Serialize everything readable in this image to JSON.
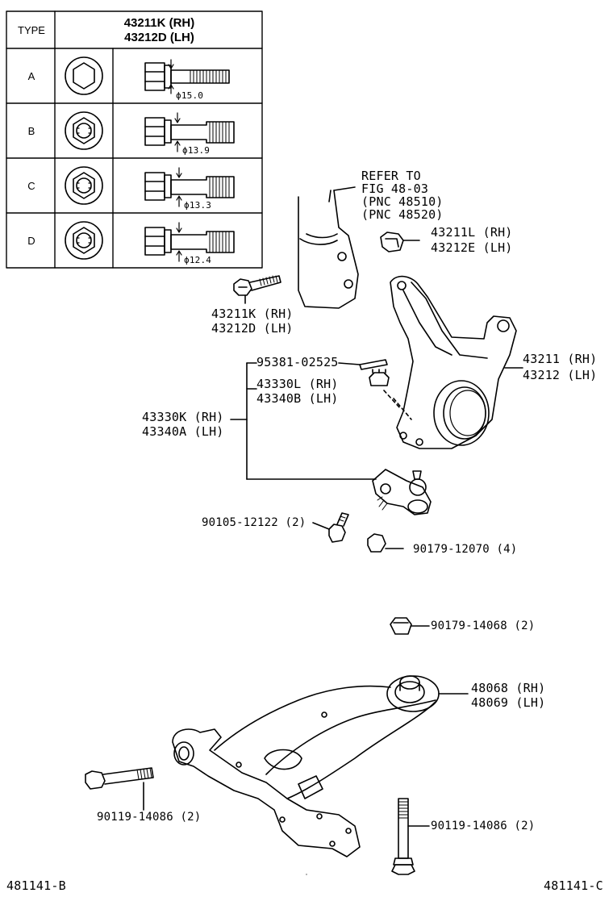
{
  "table": {
    "type_header": "TYPE",
    "part_header_1": "43211K (RH)",
    "part_header_2": "43212D (LH)",
    "rows": [
      {
        "type": "A",
        "dia": "ϕ15.0"
      },
      {
        "type": "B",
        "dia": "ϕ13.9"
      },
      {
        "type": "C",
        "dia": "ϕ13.3"
      },
      {
        "type": "D",
        "dia": "ϕ12.4"
      }
    ]
  },
  "refer": [
    "REFER TO",
    "FIG 48-03",
    "(PNC 48510)",
    "(PNC 48520)"
  ],
  "labels": {
    "nut_rh": "43211L (RH)",
    "nut_lh": "43212E (LH)",
    "bolt_rh": "43211K (RH)",
    "bolt_lh": "43212D (LH)",
    "cotter_pin": "95381-02525",
    "bj_nut_rh": "43330L (RH)",
    "bj_nut_lh": "43340B (LH)",
    "balljoint_rh": "43330K (RH)",
    "balljoint_lh": "43340A (LH)",
    "knuckle_rh": "43211 (RH)",
    "knuckle_lh": "43212 (LH)",
    "bolt_90105": "90105-12122 (2)",
    "nut_90179_12070": "90179-12070 (4)",
    "nut_90179_14068": "90179-14068 (2)",
    "arm_rh": "48068 (RH)",
    "arm_lh": "48069 (LH)",
    "bolt_left": "90119-14086 (2)",
    "bolt_right": "90119-14086 (2)",
    "code_left": "481141-B",
    "code_right": "481141-C"
  }
}
